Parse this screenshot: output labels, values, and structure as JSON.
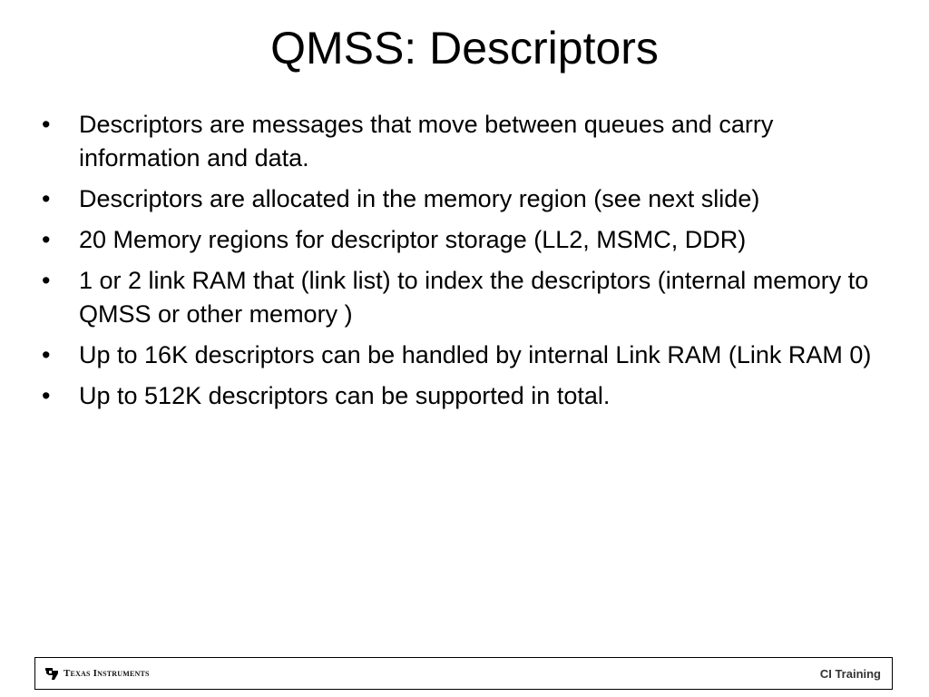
{
  "slide": {
    "title": "QMSS: Descriptors",
    "bullet_symbol": "•",
    "bullets": [
      "Descriptors are messages that move between queues and carry information and data.",
      "Descriptors are allocated in the memory region (see next slide)",
      "20 Memory regions for descriptor storage (LL2, MSMC, DDR)",
      "1 or 2 link RAM that (link list) to index the descriptors (internal memory to QMSS or other memory )",
      "Up to 16K descriptors can be handled by internal Link RAM (Link RAM 0)",
      "Up to 512K descriptors can be supported in total."
    ]
  },
  "footer": {
    "logo_text": "Texas Instruments",
    "right_text": "CI Training",
    "logo_icon": "texas-instruments-logo-icon"
  }
}
